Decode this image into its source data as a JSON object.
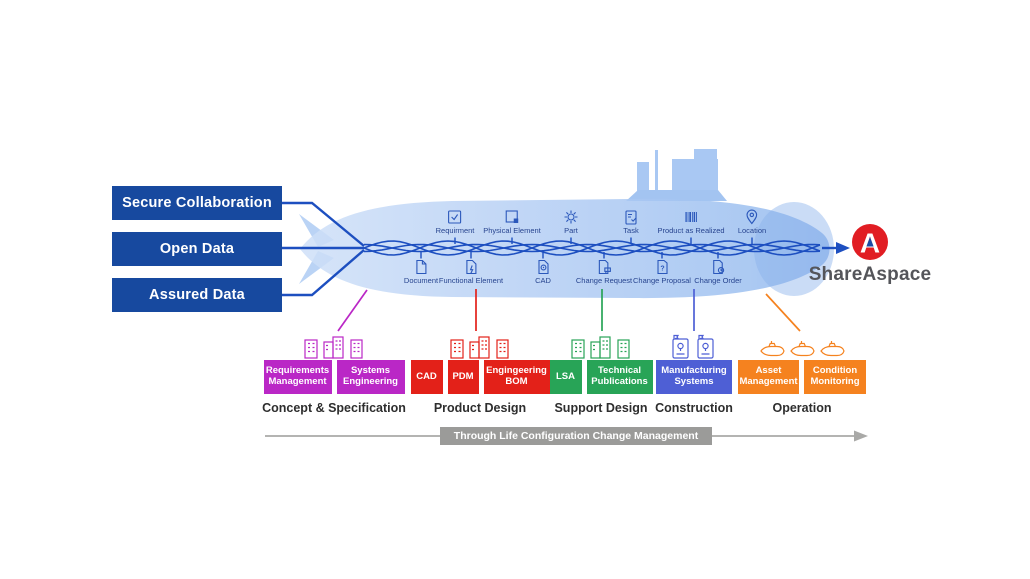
{
  "logo": {
    "wordmark": "ShareAspace",
    "letter": "A",
    "circle_color": "#e11d23",
    "accent_color": "#1a4aa5"
  },
  "capabilities": {
    "bg_color": "#17499f",
    "items": [
      {
        "label": "Secure Collaboration"
      },
      {
        "label": "Open Data"
      },
      {
        "label": "Assured Data"
      }
    ]
  },
  "data_backbone": {
    "line_color": "#1d4fc0",
    "icon_color": "#2b58bb",
    "hull_color": "#aecbf3",
    "top_items": [
      {
        "label": "Requirment",
        "icon": "requirement-checkbox-icon"
      },
      {
        "label": "Physical Element",
        "icon": "physical-element-icon"
      },
      {
        "label": "Part",
        "icon": "part-gear-icon"
      },
      {
        "label": "Task",
        "icon": "task-clipboard-icon"
      },
      {
        "label": "Product as Realized",
        "icon": "barcode-icon"
      },
      {
        "label": "Location",
        "icon": "location-pin-icon"
      }
    ],
    "bottom_items": [
      {
        "label": "Document",
        "icon": "document-icon"
      },
      {
        "label": "Functional Element",
        "icon": "functional-element-icon"
      },
      {
        "label": "CAD",
        "icon": "cad-file-icon"
      },
      {
        "label": "Change Request",
        "icon": "change-request-icon"
      },
      {
        "label": "Change Proposal",
        "icon": "change-proposal-icon"
      },
      {
        "label": "Change Order",
        "icon": "change-order-icon"
      }
    ]
  },
  "lifecycle_sections": [
    {
      "title": "Concept & Specification",
      "color": "#ba27c6",
      "icon": "buildings-icon",
      "boxes": [
        {
          "label": "Requirements Management"
        },
        {
          "label": "Systems Engineering"
        }
      ]
    },
    {
      "title": "Product Design",
      "color": "#e32119",
      "icon": "buildings-icon",
      "boxes": [
        {
          "label": "CAD"
        },
        {
          "label": "PDM"
        },
        {
          "label": "Engingeering BOM"
        }
      ]
    },
    {
      "title": "Support Design",
      "color": "#28a457",
      "icon": "buildings-icon",
      "boxes": [
        {
          "label": "LSA"
        },
        {
          "label": "Technical Publications"
        }
      ]
    },
    {
      "title": "Construction",
      "color": "#4e5fd5",
      "icon": "manufacturing-icon",
      "boxes": [
        {
          "label": "Manufacturing Systems"
        }
      ]
    },
    {
      "title": "Operation",
      "color": "#f5821f",
      "icon": "submarines-icon",
      "boxes": [
        {
          "label": "Asset Management"
        },
        {
          "label": "Condition Monitoring"
        }
      ]
    }
  ],
  "timeline": {
    "label": "Through Life Configuration Change Management",
    "bar_color": "#9b9b99",
    "arrow_color": "#a9a9a7"
  }
}
